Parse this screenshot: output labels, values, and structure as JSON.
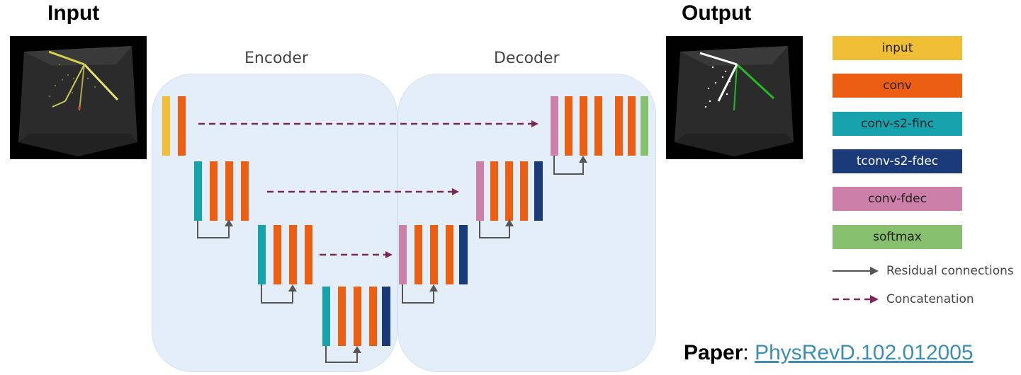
{
  "titles": {
    "input": "Input",
    "output": "Output"
  },
  "encoder_label": "Encoder",
  "decoder_label": "Decoder",
  "colors": {
    "input": "#f0be35",
    "conv": "#ec5e12",
    "conv_s2_finc": "#16a3ad",
    "tconv_s2_fdec": "#1a3a7a",
    "conv_fdec": "#cc80a9",
    "softmax": "#86c06f",
    "residual_arrow": "#555555",
    "concat_arrow": "#7a2a52",
    "panel": "#e4eef9"
  },
  "legend": {
    "items": [
      {
        "label": "input",
        "color": "#f0be35"
      },
      {
        "label": "conv",
        "color": "#ec5e12"
      },
      {
        "label": "conv-s2-finc",
        "color": "#16a3ad"
      },
      {
        "label": "tconv-s2-fdec",
        "color": "#1a3a7a"
      },
      {
        "label": "conv-fdec",
        "color": "#cc80a9"
      },
      {
        "label": "softmax",
        "color": "#86c06f"
      }
    ],
    "residual": "Residual connections",
    "concatenation": "Concatenation"
  },
  "paper": {
    "prefix": "Paper",
    "sep": ": ",
    "link": "PhysRevD.102.012005"
  }
}
